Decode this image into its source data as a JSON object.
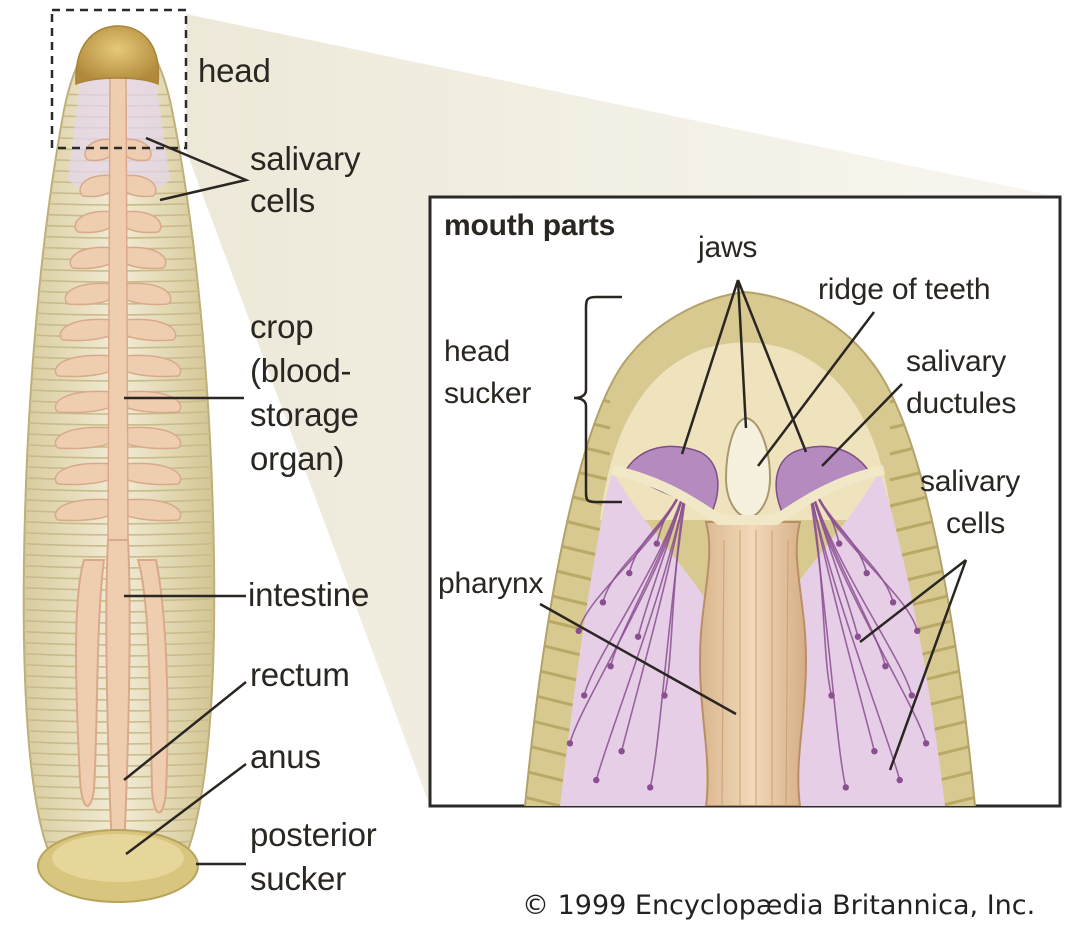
{
  "body_labels": {
    "head": "head",
    "salivary_cells": [
      "salivary",
      "cells"
    ],
    "crop": [
      "crop",
      "(blood-",
      "storage",
      "organ)"
    ],
    "intestine": "intestine",
    "rectum": "rectum",
    "anus": "anus",
    "posterior_sucker": [
      "posterior",
      "sucker"
    ]
  },
  "inset": {
    "title": "mouth parts",
    "jaws": "jaws",
    "ridge_of_teeth": "ridge of teeth",
    "head_sucker": [
      "head",
      "sucker"
    ],
    "salivary_ductules": [
      "salivary",
      "ductules"
    ],
    "salivary_cells": [
      "salivary",
      "cells"
    ],
    "pharynx": "pharynx"
  },
  "copyright": "© 1999 Encyclopædia Britannica, Inc.",
  "colors": {
    "body_fill": "#ece3c4",
    "ring_line": "#c9bb8c",
    "gut": "#efcdb0",
    "gut_edge": "#d9a98a",
    "sucker": "#d9c680",
    "head_cap": "#c9a24a",
    "purple": "#8a4f90",
    "lavender": "#e9d3ec",
    "leader": "#2a2622"
  }
}
